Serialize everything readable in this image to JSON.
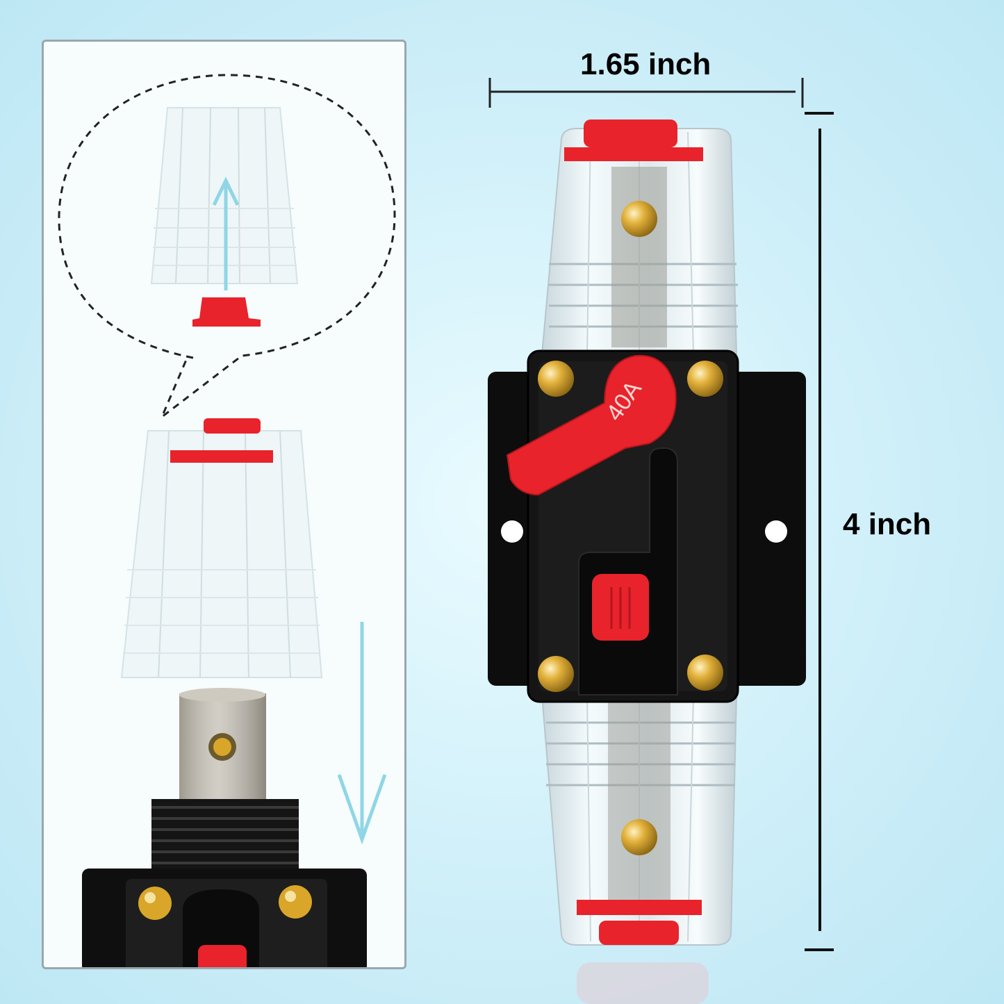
{
  "dimensions": {
    "width_label": "1.65 inch",
    "height_label": "4 inch"
  },
  "breaker": {
    "rating_label": "40A",
    "body_color": "#111111",
    "accent_color": "#e8232b",
    "terminal_color": "#d9a62a"
  },
  "arrows": {
    "color": "#8fd6e6"
  }
}
